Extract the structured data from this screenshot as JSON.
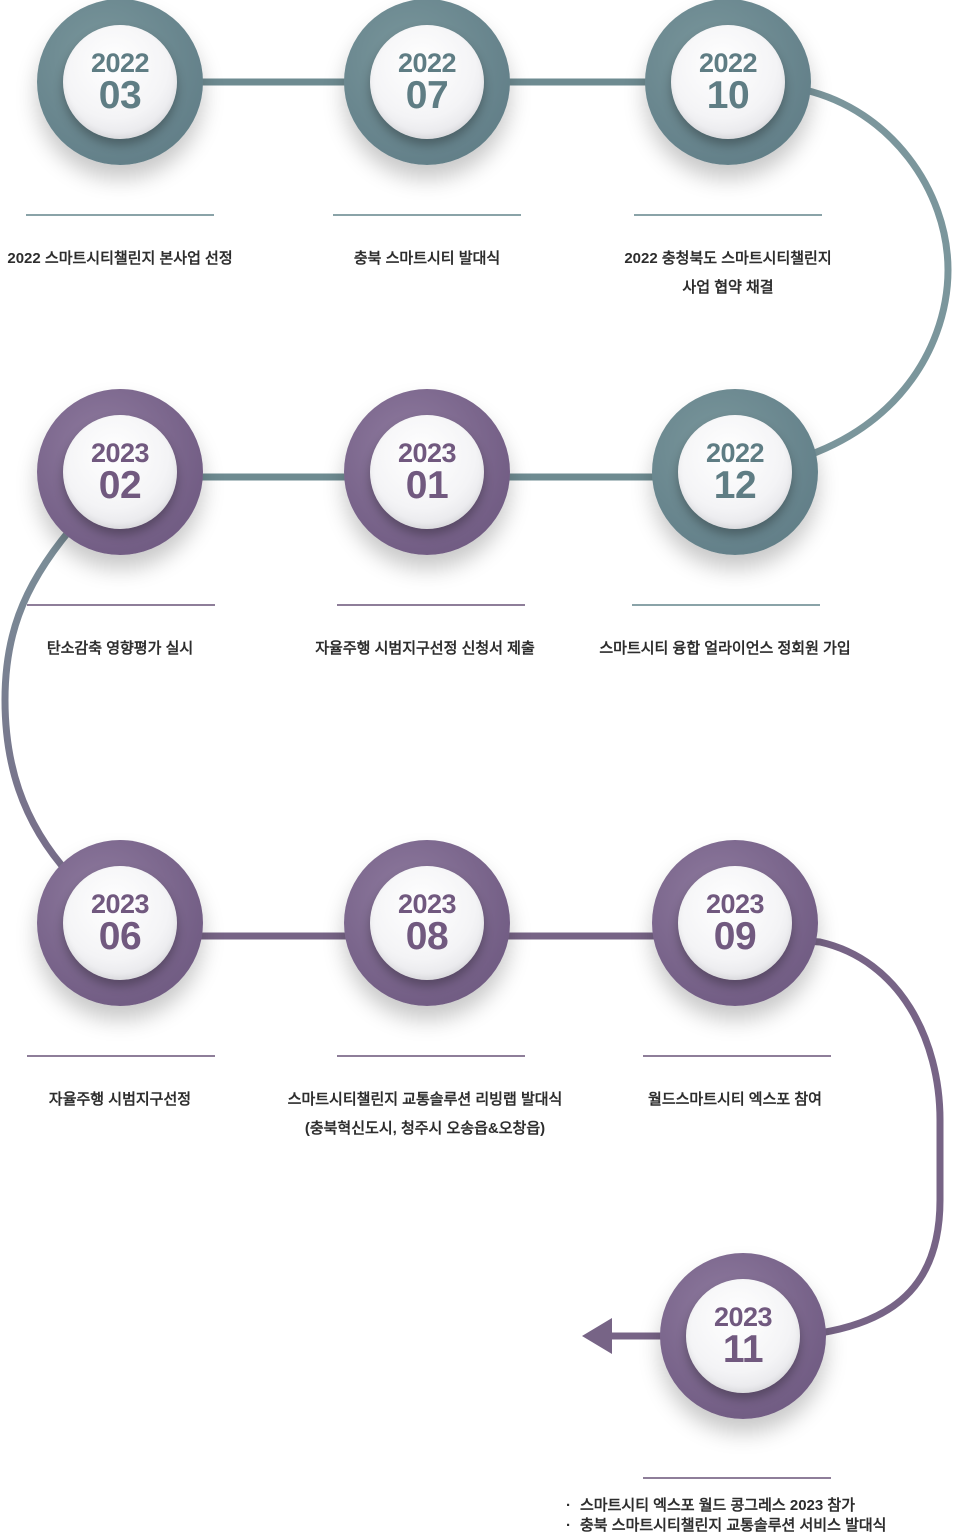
{
  "colors": {
    "teal": "#64818a",
    "purple": "#735e85",
    "text": "#2d2d2d"
  },
  "milestones": [
    {
      "year": "2022",
      "month": "03",
      "tone": "teal",
      "lines": [
        "2022 스마트시티챌린지 본사업 선정"
      ]
    },
    {
      "year": "2022",
      "month": "07",
      "tone": "teal",
      "lines": [
        "충북 스마트시티 발대식"
      ]
    },
    {
      "year": "2022",
      "month": "10",
      "tone": "teal",
      "lines": [
        "2022 충청북도 스마트시티챌린지",
        "사업 협약 채결"
      ]
    },
    {
      "year": "2022",
      "month": "12",
      "tone": "teal",
      "lines": [
        "스마트시티 융합 얼라이언스 정회원 가입"
      ]
    },
    {
      "year": "2023",
      "month": "01",
      "tone": "purple",
      "lines": [
        "자율주행 시범지구선정 신청서 제출"
      ]
    },
    {
      "year": "2023",
      "month": "02",
      "tone": "purple",
      "lines": [
        "탄소감축 영향평가 실시"
      ]
    },
    {
      "year": "2023",
      "month": "06",
      "tone": "purple",
      "lines": [
        "자율주행 시범지구선정"
      ]
    },
    {
      "year": "2023",
      "month": "08",
      "tone": "purple",
      "lines": [
        "스마트시티챌린지 교통솔루션 리빙랩 발대식",
        "(충북혁신도시, 청주시 오송읍&오창읍)"
      ]
    },
    {
      "year": "2023",
      "month": "09",
      "tone": "purple",
      "lines": [
        "월드스마트시티 엑스포 참여"
      ]
    },
    {
      "year": "2023",
      "month": "11",
      "tone": "purple",
      "bullets": [
        "스마트시티 엑스포 월드 콩그레스 2023 참가",
        "충북 스마트시티챌린지 교통솔루션 서비스 발대식"
      ]
    }
  ],
  "bullet_symbol": "·"
}
